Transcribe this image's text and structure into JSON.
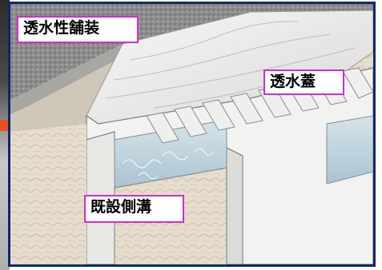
{
  "labels": {
    "permeable_paving": "透水性舗装",
    "permeable_cover": "透水蓋",
    "existing_gutter": "既設側溝"
  },
  "colors": {
    "frame_border": "#0a2a6b",
    "label_border": "#d12bd1",
    "label_background": "#ffffff",
    "paving_surface": "#8e8e8e",
    "concrete": "#f2f2f0",
    "soil": "#e6ddcc"
  }
}
